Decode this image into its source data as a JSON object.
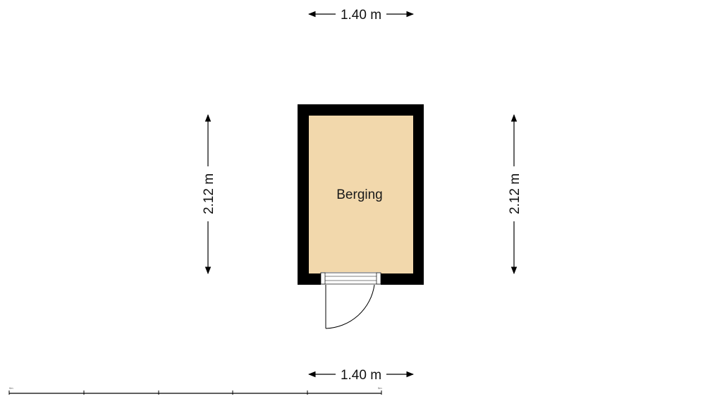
{
  "room": {
    "name": "Berging",
    "floor_color": "#f2d8ac",
    "wall_color": "#000000"
  },
  "dimensions": {
    "top_width": "1.40 m",
    "bottom_width": "1.40 m",
    "left_height": "2.12 m",
    "right_height": "2.12 m"
  },
  "scale_bar": {
    "start_label": "0m",
    "end_label": "5m",
    "segments": 5
  },
  "icons": {
    "door": "door-swing-icon",
    "arrow": "dimension-arrow-icon"
  }
}
